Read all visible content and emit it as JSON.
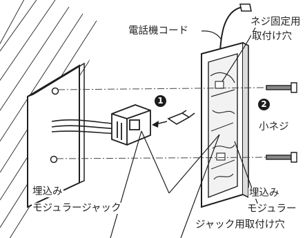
{
  "labels": {
    "phone_cord": "電話機コード",
    "screw_hole_l1": "ネジ固定用",
    "screw_hole_l2": "取付け穴",
    "small_screw": "小ネジ",
    "recessed_jack_l1": "埋込み",
    "recessed_jack_l2": "モジュラージャック",
    "jack_hole_l1": "埋込み",
    "jack_hole_l2": "モジュラー",
    "jack_hole_l3": "ジャック用取付け穴"
  },
  "steps": {
    "step1": "1",
    "step2": "2"
  },
  "colors": {
    "ink": "#1e1e1e",
    "paper": "#ffffff"
  }
}
